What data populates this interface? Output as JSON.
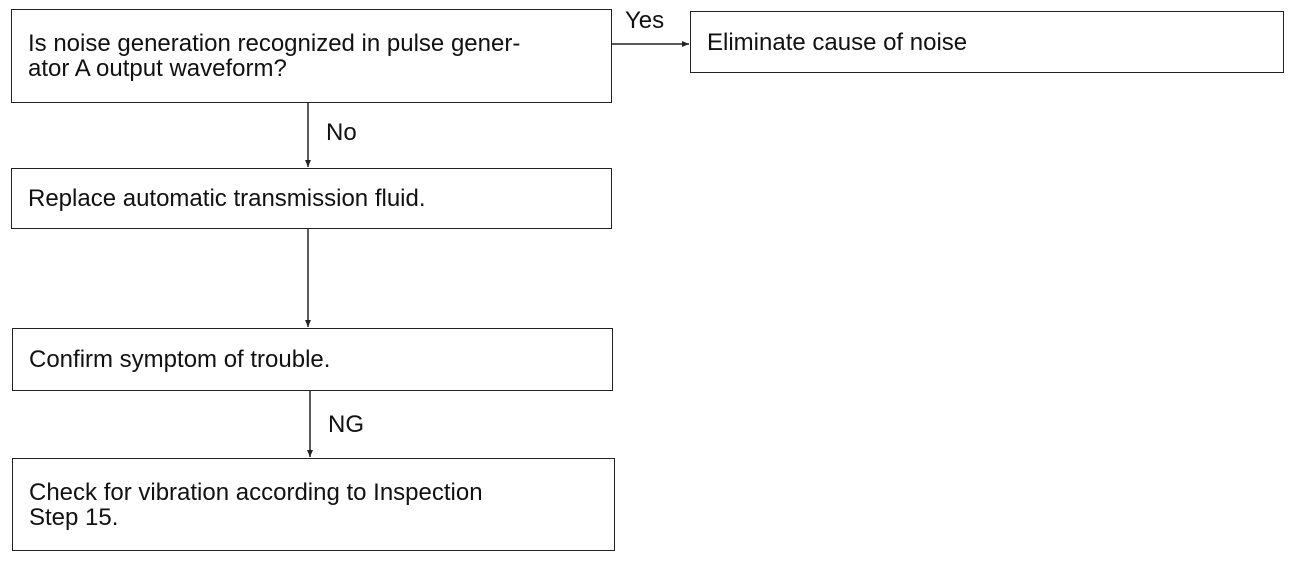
{
  "flowchart": {
    "question": {
      "text": "Is noise generation recognized in pulse gener-\nator A output waveform?"
    },
    "yes_action": {
      "text": "Eliminate cause of noise"
    },
    "step_replace": {
      "text": "Replace automatic transmission fluid."
    },
    "step_confirm": {
      "text": "Confirm symptom of trouble."
    },
    "step_check": {
      "text": "Check for vibration according to Inspection\nStep 15."
    },
    "labels": {
      "yes": "Yes",
      "no": "No",
      "ng": "NG"
    }
  },
  "colors": {
    "line": "#222222",
    "text": "#111111",
    "background": "#ffffff"
  }
}
